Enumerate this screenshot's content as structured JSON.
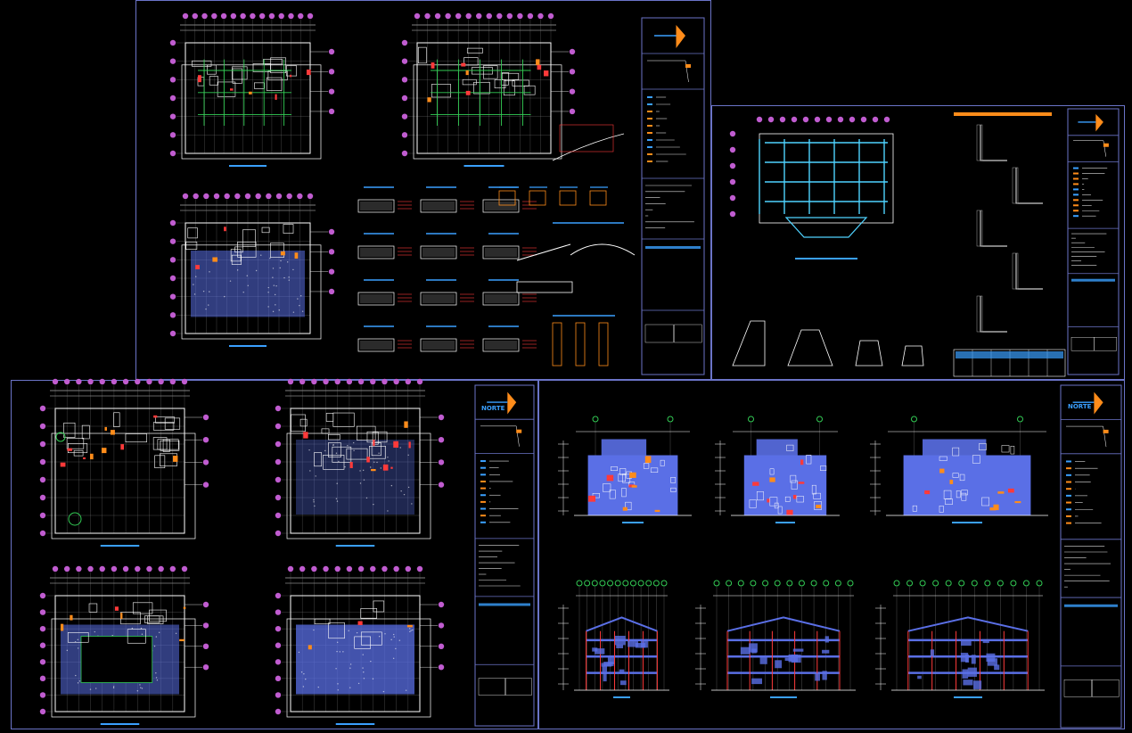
{
  "canvas": {
    "background": "#000000"
  },
  "colors": {
    "sheet_border": "#6b74c8",
    "grid_bubble": "#c05cd0",
    "dimension_line": "#ffffff",
    "wall": "#ffffff",
    "structural": "#33cc55",
    "hatch": "#5a6fe6",
    "accent_orange": "#ff8c1a",
    "accent_red": "#ff3a3a",
    "cyan": "#4fd3ff",
    "label_title": "#3aa0ff"
  },
  "sheets": [
    {
      "id": "structural-sheet",
      "label": ""
    },
    {
      "id": "foundation-sheet",
      "label": ""
    },
    {
      "id": "architectural-plans-sheet",
      "label": ""
    },
    {
      "id": "elevations-sections-sheet",
      "label": ""
    }
  ],
  "north_labels": {
    "sheet3": "NORTE",
    "sheet4": "NORTE"
  }
}
